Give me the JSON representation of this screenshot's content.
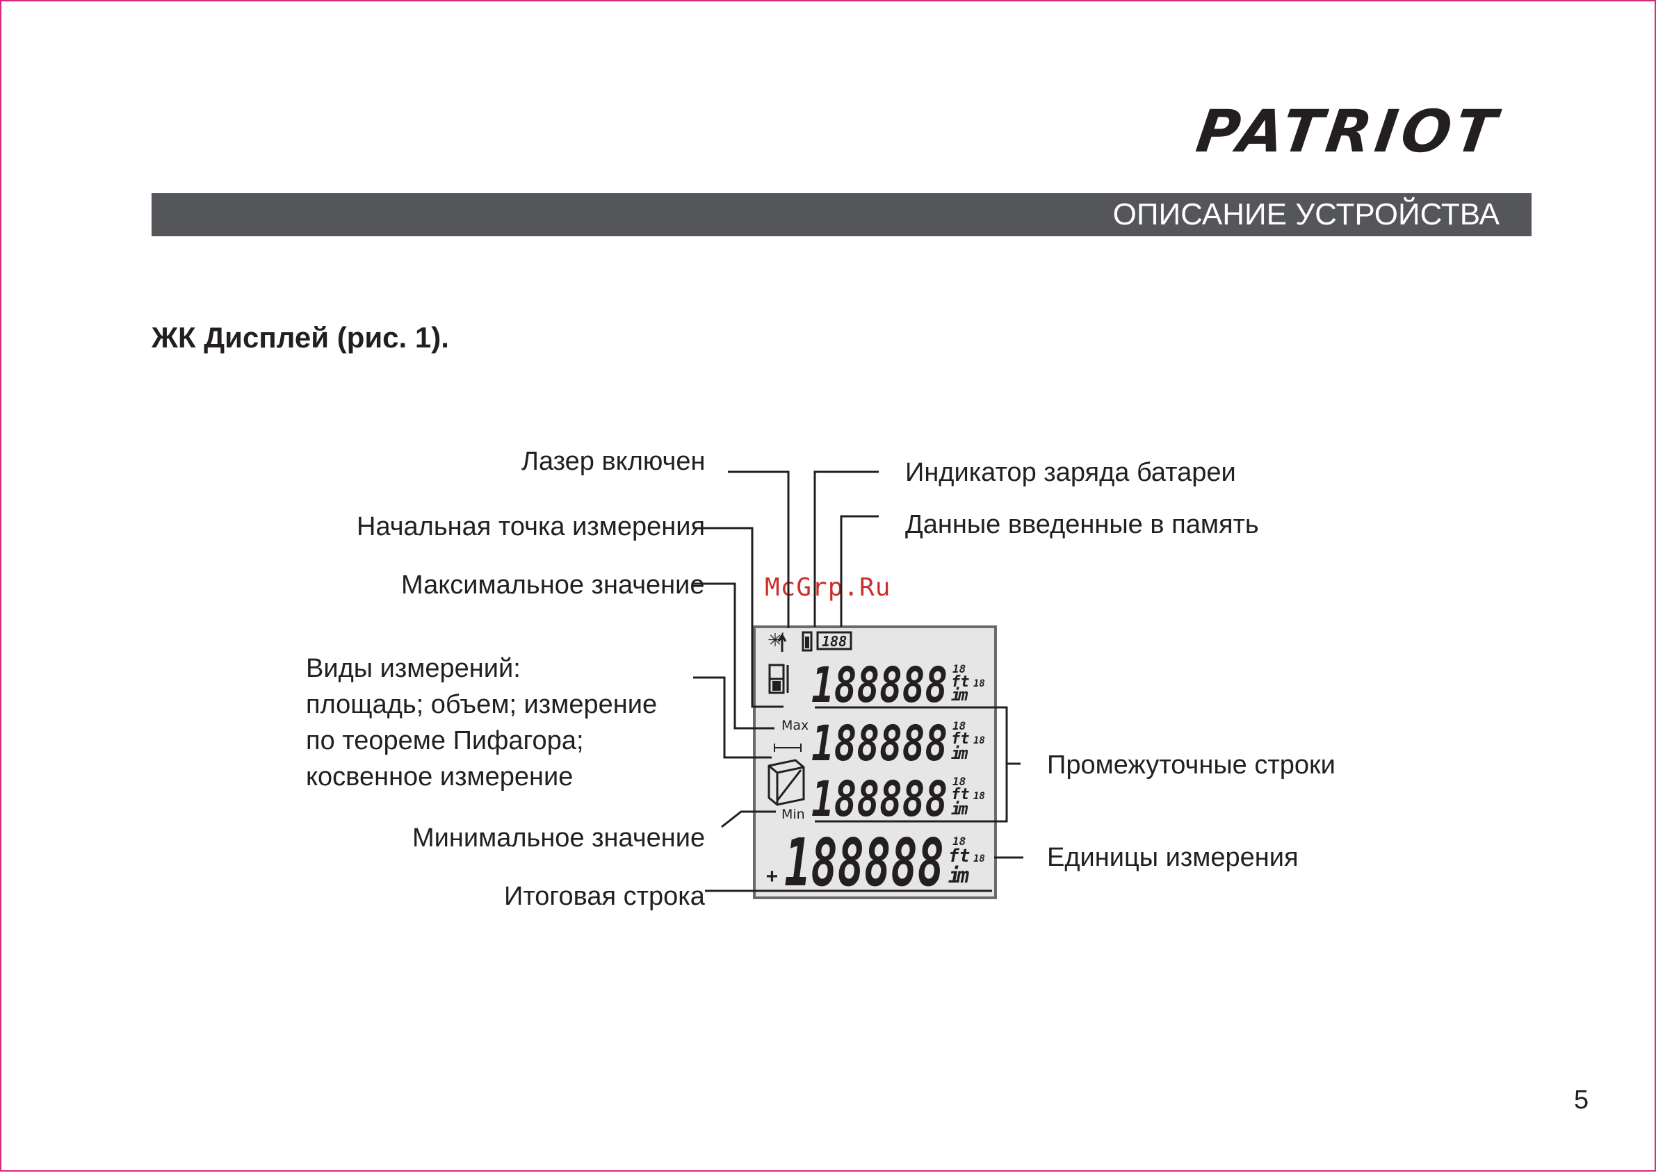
{
  "brand": {
    "logo_text": "PATRIOT"
  },
  "header": {
    "title": "ОПИСАНИЕ УСТРОЙСТВА"
  },
  "section": {
    "title": "ЖК Дисплей (рис. 1)."
  },
  "labels": {
    "laser_on": "Лазер включен",
    "start_point": "Начальная точка измерения",
    "max_value": "Максимальное значение",
    "measure_types": [
      "Виды измерений:",
      "площадь; объем; измерение",
      "по теореме Пифагора;",
      "косвенное измерение"
    ],
    "min_value": "Минимальное значение",
    "result_line": "Итоговая строка",
    "battery": "Индикатор заряда батареи",
    "memory": "Данные введенные в память",
    "intermediate_lines": "Промежуточные строки",
    "units": "Единицы измерения"
  },
  "watermark": "McGrp.Ru",
  "lcd": {
    "digits": "188888",
    "sign": "+",
    "max": "Max",
    "min": "Min",
    "unit_ft": "ft",
    "unit_m": "m",
    "unit_i": "i",
    "memory_digits": "188",
    "small_digits": "18"
  },
  "page_number": "5"
}
